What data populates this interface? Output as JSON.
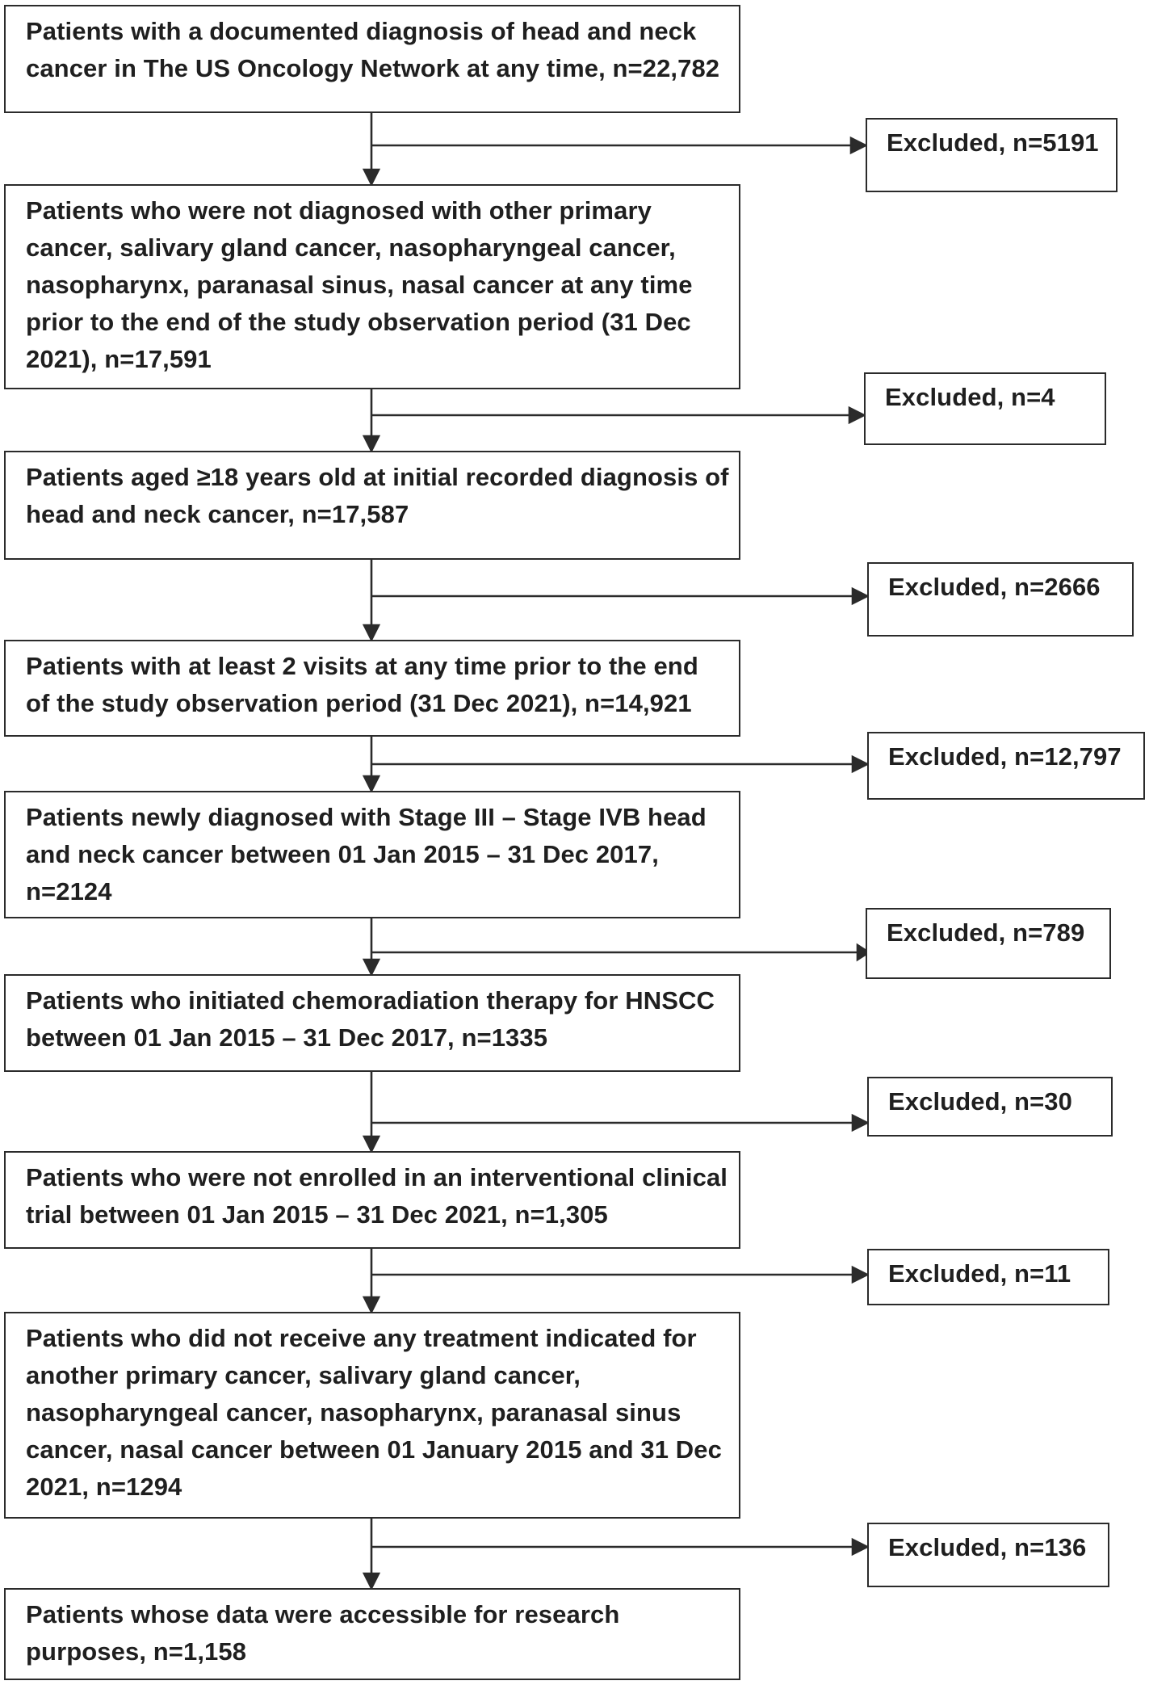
{
  "flowchart": {
    "steps": [
      {
        "text": "Patients with a documented diagnosis of head and neck\ncancer in The US Oncology Network at any time, n=22,782"
      },
      {
        "text": "Patients who were not diagnosed with other primary\ncancer, salivary gland cancer, nasopharyngeal cancer,\nnasopharynx, paranasal sinus, nasal cancer at any time\nprior to the end of the study observation period (31 Dec\n2021), n=17,591"
      },
      {
        "text": "Patients aged ≥18 years old at initial recorded diagnosis of\nhead and neck cancer, n=17,587"
      },
      {
        "text": "Patients with at least 2 visits at any time prior to the end\nof the study observation period (31 Dec 2021), n=14,921"
      },
      {
        "text": "Patients newly diagnosed with Stage III – Stage IVB head\nand neck cancer between 01 Jan 2015 – 31 Dec 2017,\nn=2124"
      },
      {
        "text": "Patients who initiated chemoradiation therapy for HNSCC\nbetween 01 Jan 2015 – 31 Dec 2017, n=1335"
      },
      {
        "text": "Patients who were not enrolled in an interventional clinical\ntrial between 01 Jan 2015 – 31 Dec 2021, n=1,305"
      },
      {
        "text": "Patients who did not receive any treatment indicated for\nanother primary cancer, salivary gland cancer,\nnasopharyngeal cancer, nasopharynx, paranasal sinus\ncancer, nasal cancer between 01 January 2015 and 31 Dec\n2021, n=1294"
      },
      {
        "text": "Patients whose data were accessible for research\npurposes, n=1,158"
      }
    ],
    "exclusions": [
      {
        "text": "Excluded, n=5191"
      },
      {
        "text": "Excluded, n=4"
      },
      {
        "text": "Excluded, n=2666"
      },
      {
        "text": "Excluded, n=12,797"
      },
      {
        "text": "Excluded, n=789"
      },
      {
        "text": "Excluded, n=30"
      },
      {
        "text": "Excluded, n=11"
      },
      {
        "text": "Excluded, n=136"
      }
    ]
  }
}
